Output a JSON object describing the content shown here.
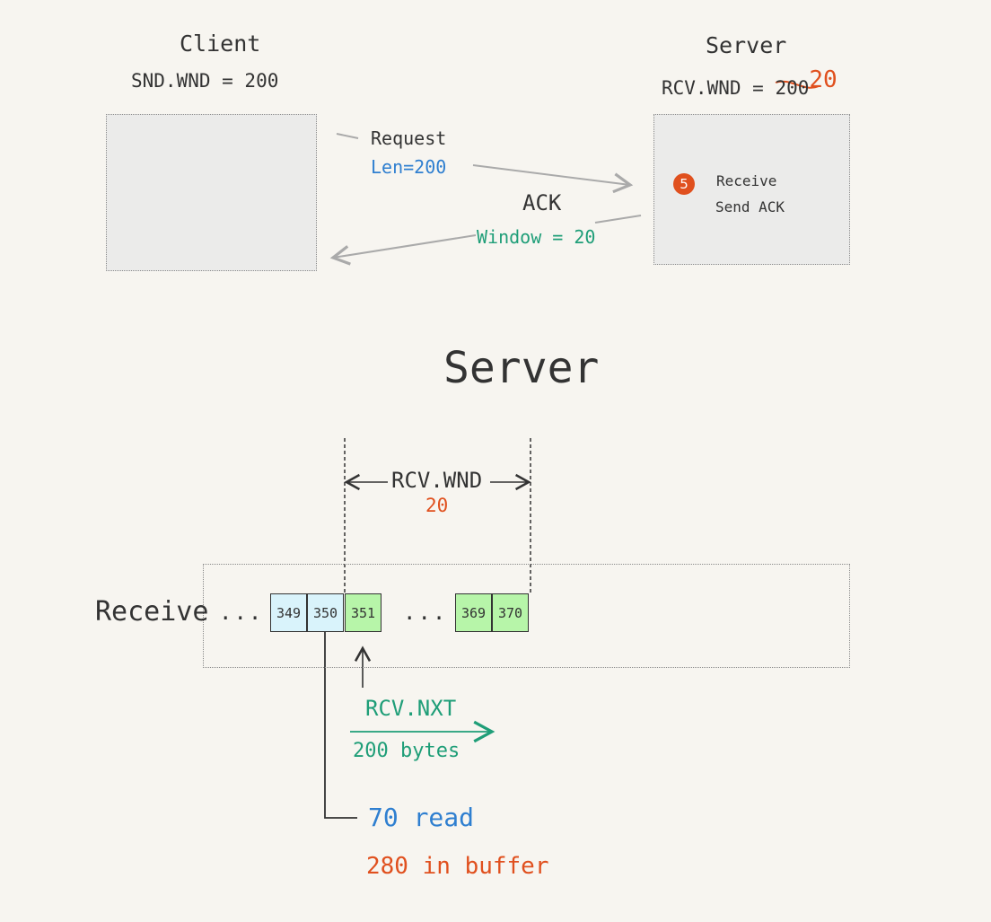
{
  "top": {
    "client_title": "Client",
    "client_sub": "SND.WND = 200",
    "server_title": "Server",
    "server_sub_prefix": "RCV.WND = ",
    "server_sub_struck": "200",
    "server_sub_new": "20",
    "request_label": "Request",
    "request_len": "Len=200",
    "ack_label": "ACK",
    "ack_window": "Window = 20",
    "step_number": "5",
    "server_action_1": "Receive",
    "server_action_2": "Send ACK"
  },
  "bottom": {
    "title": "Server",
    "rcv_wnd_label": "RCV.WND",
    "rcv_wnd_value": "20",
    "row_label": "Receive",
    "ellipsis_left": "...",
    "ellipsis_mid": "...",
    "cells": [
      "349",
      "350",
      "351",
      "369",
      "370"
    ],
    "rcv_nxt_label": "RCV.NXT",
    "bytes_label": "200 bytes",
    "read_label": "70 read",
    "buffer_label": "280 in buffer"
  },
  "colors": {
    "background": "#f7f5f0",
    "blue": "#2f7fd0",
    "green": "#1f9e78",
    "red": "#e0501e",
    "cell_read": "#d9f3fb",
    "cell_window": "#b7f5a9"
  }
}
